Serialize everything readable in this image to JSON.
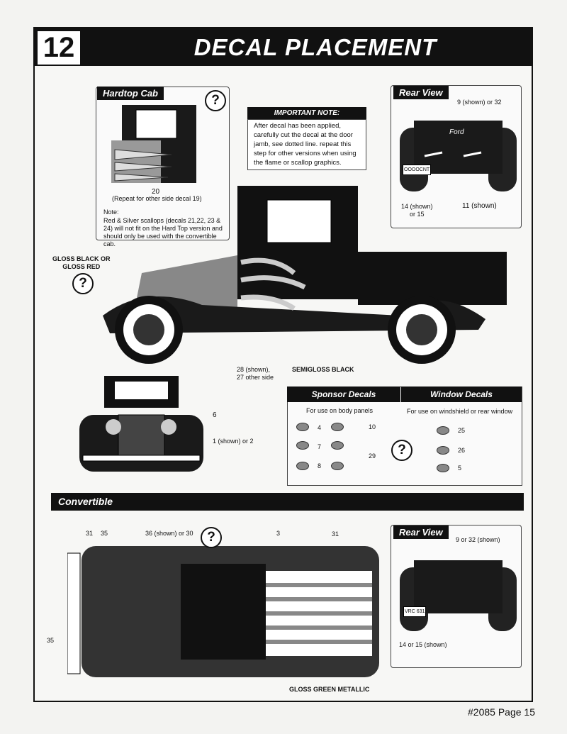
{
  "header": {
    "step": "12",
    "title": "DECAL PLACEMENT"
  },
  "hardtop": {
    "tag": "Hardtop Cab",
    "decal_20": "20",
    "repeat_note": "(Repeat for other side decal 19)",
    "note_title": "Note:",
    "note_text": "Red & Silver scallops (decals 21,22, 23 & 24) will not fit on the Hard Top version and should only be used with the convertible cab."
  },
  "important": {
    "title": "IMPORTANT NOTE:",
    "text": "After decal has been applied, carefully cut the decal at the door jamb, see dotted line. repeat this step for other versions when using the flame or scallop graphics."
  },
  "rear_top": {
    "tag": "Rear View",
    "ford": "Ford",
    "plate": "OOOOCNT",
    "decal_9": "9 (shown) or 32",
    "decal_14": "14 (shown)\nor 15",
    "decal_11": "11 (shown)"
  },
  "side": {
    "gloss_label": "GLOSS BLACK OR\nGLOSS RED",
    "decal_28": "28 (shown),\n27 other side",
    "semigloss": "SEMIGLOSS BLACK"
  },
  "front": {
    "decal_6": "6",
    "decal_1": "1 (shown) or 2"
  },
  "sponsor": {
    "title": "Sponsor Decals",
    "subtitle": "For use on body panels",
    "nums": [
      "4",
      "10",
      "7",
      "29",
      "8"
    ]
  },
  "window": {
    "title": "Window Decals",
    "subtitle": "For use on windshield or rear window",
    "nums": [
      "25",
      "26",
      "5"
    ]
  },
  "convertible": {
    "bar": "Convertible",
    "labels": [
      "31",
      "35",
      "36 (shown) or 30",
      "3",
      "31",
      "35"
    ],
    "gloss_green": "GLOSS GREEN METALLIC"
  },
  "rear_bottom": {
    "tag": "Rear View",
    "plate": "VRC 631",
    "decal_9": "9 or 32 (shown)",
    "decal_14": "14 or 15 (shown)"
  },
  "help_symbol": "?",
  "footer": {
    "page": "#2085 Page 15"
  }
}
